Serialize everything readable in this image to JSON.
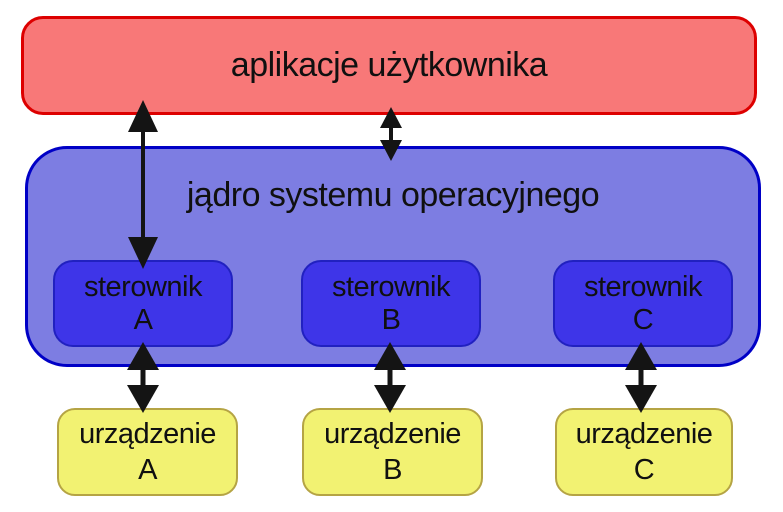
{
  "theme": {
    "page_bg": "#ffffff",
    "text_color": "#101010",
    "apps_fill": "#f87878",
    "apps_border": "#dd0000",
    "kernel_fill": "#7d7de2",
    "kernel_border": "#0000c6",
    "driver_fill": "#3e35e8",
    "driver_border": "#2121c0",
    "device_fill": "#f2f272",
    "device_border": "#b5a444",
    "arrow_color": "#141414"
  },
  "boxes": {
    "apps": {
      "label": "aplikacje użytkownika"
    },
    "kernel": {
      "label": "jądro systemu operacyjnego"
    },
    "drivers": [
      {
        "line1": "sterownik",
        "line2": "A"
      },
      {
        "line1": "sterownik",
        "line2": "B"
      },
      {
        "line1": "sterownik",
        "line2": "C"
      }
    ],
    "devices": [
      {
        "line1": "urządzenie",
        "line2": "A"
      },
      {
        "line1": "urządzenie",
        "line2": "B"
      },
      {
        "line1": "urządzenie",
        "line2": "C"
      }
    ]
  },
  "connections": [
    {
      "from": "aplikacje użytkownika",
      "to": "sterownik A",
      "type": "bidirectional"
    },
    {
      "from": "aplikacje użytkownika",
      "to": "jądro systemu operacyjnego",
      "type": "bidirectional"
    },
    {
      "from": "sterownik A",
      "to": "urządzenie A",
      "type": "bidirectional"
    },
    {
      "from": "sterownik B",
      "to": "urządzenie B",
      "type": "bidirectional"
    },
    {
      "from": "sterownik C",
      "to": "urządzenie C",
      "type": "bidirectional"
    }
  ]
}
